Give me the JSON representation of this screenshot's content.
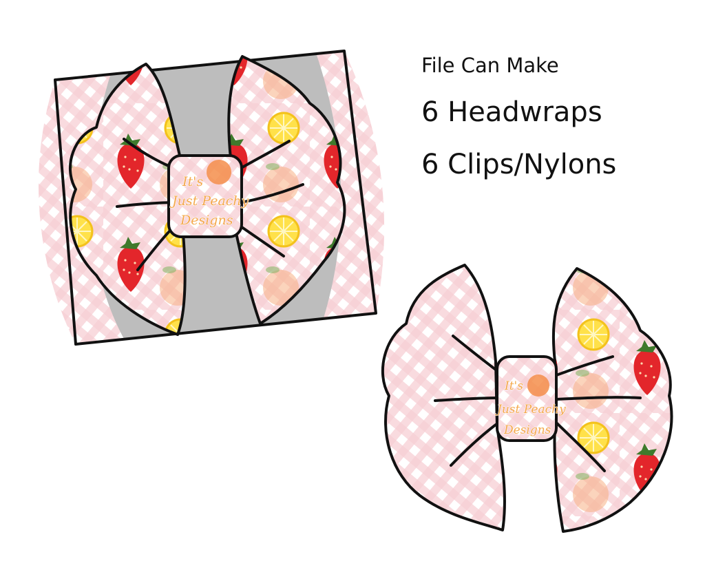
{
  "heading": {
    "line1": "File Can Make",
    "line2": "6 Headwraps",
    "line3": "6 Clips/Nylons"
  },
  "watermark": {
    "line1": "It's",
    "line2": "Just Peachy",
    "line3": "Designs"
  },
  "colors": {
    "outline": "#111111",
    "band": "#bdbdbd",
    "gingham_pink": "#f5c6cc",
    "strawberry": "#e3262b",
    "lemon": "#ffe14a",
    "peach": "#f7b184"
  }
}
